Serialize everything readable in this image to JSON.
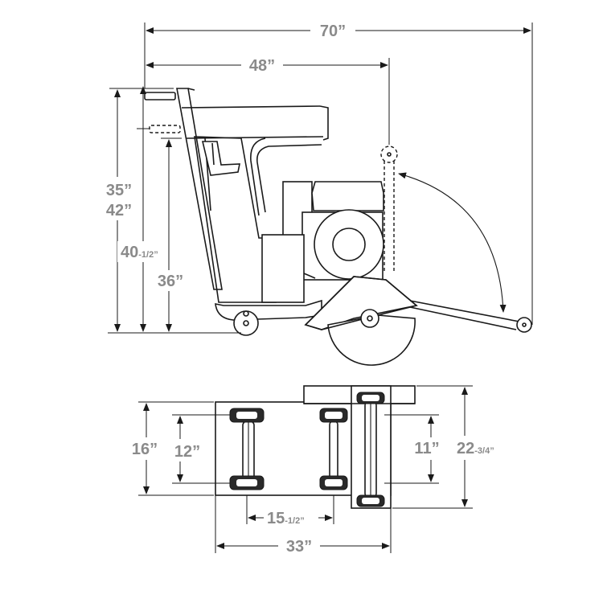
{
  "dimensions": {
    "overall_length": "70”",
    "length_to_blade_guard": "48”",
    "handle_height_low": "35”",
    "handle_height_high": "42”",
    "height_40_main": "40",
    "height_40_frac": "-1/2”",
    "height_36": "36”",
    "rear_axle_width": "16”",
    "rear_wheel_spacing": "12”",
    "front_wheel_spacing": "11”",
    "overall_width_main": "22",
    "overall_width_frac": "-3/4”",
    "wheelbase_main": "15",
    "wheelbase_frac": "-1/2”",
    "base_length": "33”"
  }
}
